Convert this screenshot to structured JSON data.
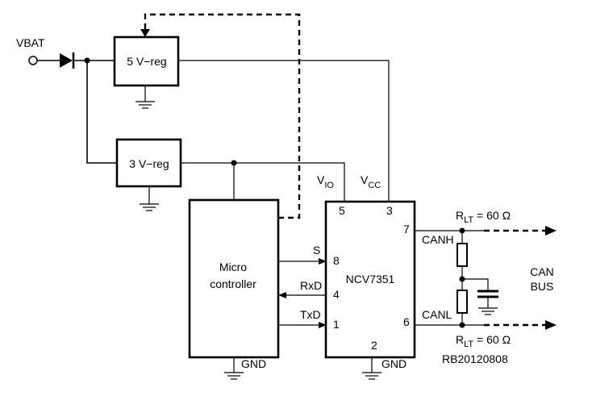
{
  "labels": {
    "vbat": "VBAT",
    "reg5": "5 V−reg",
    "reg3": "3 V−reg",
    "mcu_line1": "Micro",
    "mcu_line2": "controller",
    "mcu_gnd": "GND",
    "ic_name": "NCV7351",
    "ic_gnd": "GND",
    "vio_main": "V",
    "vio_sub": "IO",
    "vcc_main": "V",
    "vcc_sub": "CC",
    "sig_s": "S",
    "sig_rxd": "RxD",
    "sig_txd": "TxD",
    "canh": "CANH",
    "canl": "CANL",
    "can_bus_line1": "CAN",
    "can_bus_line2": "BUS",
    "rlt_main": "R",
    "rlt_sub": "LT",
    "rlt_value": " = 60 Ω",
    "ref_code": "RB20120808"
  },
  "pins": {
    "vio": "5",
    "vcc": "3",
    "canh": "7",
    "s": "8",
    "rxd": "4",
    "txd": "1",
    "canl": "6",
    "gnd": "2"
  }
}
